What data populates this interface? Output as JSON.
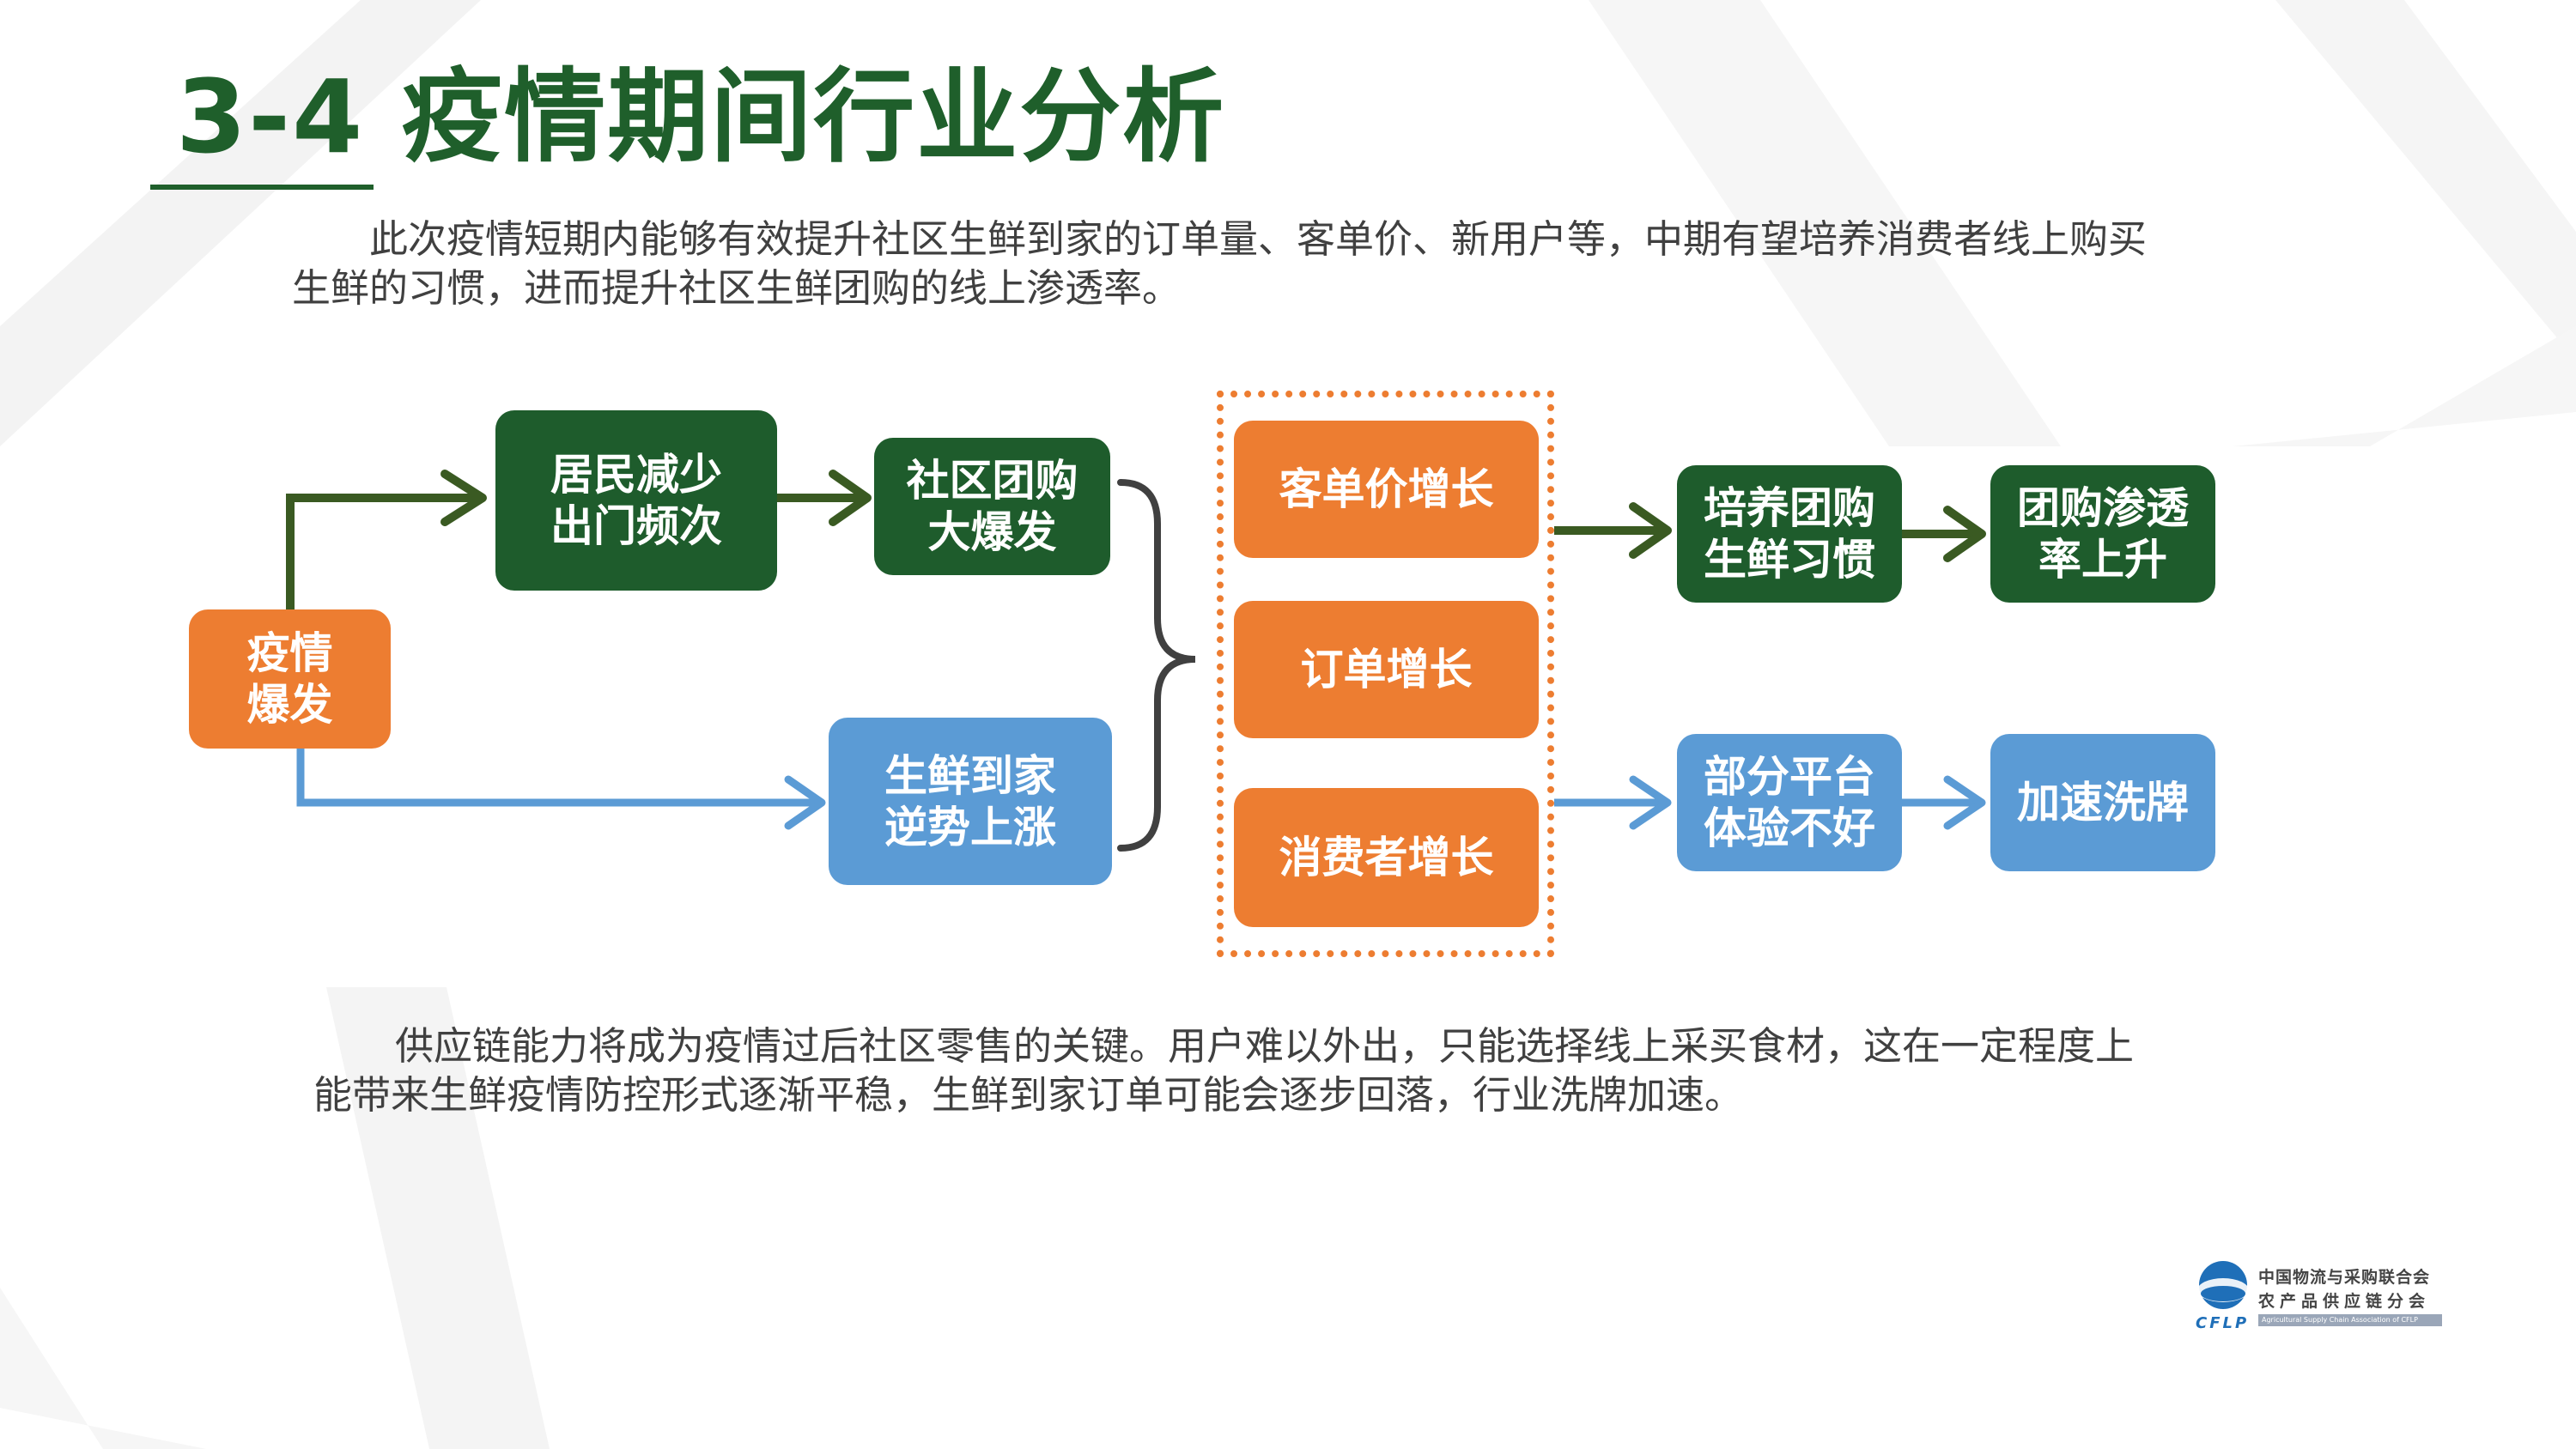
{
  "title": "3-4 疫情期间行业分析",
  "paragraphs": {
    "top": "此次疫情短期内能够有效提升社区生鲜到家的订单量、客单价、新用户等，中期有望培养消费者线上购买生鲜的习惯，进而提升社区生鲜团购的线上渗透率。",
    "bottom": "供应链能力将成为疫情过后社区零售的关键。用户难以外出，只能选择线上采买食材，这在一定程度上能带来生鲜疫情防控形式逐渐平稳，生鲜到家订单可能会逐步回落，行业洗牌加速。"
  },
  "nodes": {
    "outbreak": [
      "疫情",
      "爆发"
    ],
    "residents": [
      "居民减少",
      "出门频次"
    ],
    "groupbuy": [
      "社区团购",
      "大爆发"
    ],
    "fresh_delivery": [
      "生鲜到家",
      "逆势上涨"
    ],
    "avg_order": [
      "客单价增长"
    ],
    "orders": [
      "订单增长"
    ],
    "consumers": [
      "消费者增长"
    ],
    "habit": [
      "培养团购",
      "生鲜习惯"
    ],
    "penetration": [
      "团购渗透",
      "率上升"
    ],
    "poor_experience": [
      "部分平台",
      "体验不好"
    ],
    "reshuffle": [
      "加速洗牌"
    ]
  },
  "colors": {
    "green": "#1e5c2c",
    "orange": "#ed7d31",
    "blue": "#5b9bd5",
    "title_green": "#1f5f2b",
    "arrow_green": "#3a5a22",
    "brace": "#404040"
  },
  "logo": {
    "name_cn_1": "中国物流与采购联合会",
    "name_cn_2": "农产品供应链分会",
    "name_en": "Agricultural Supply Chain Association of CFLP",
    "abbr": "CFLP"
  }
}
